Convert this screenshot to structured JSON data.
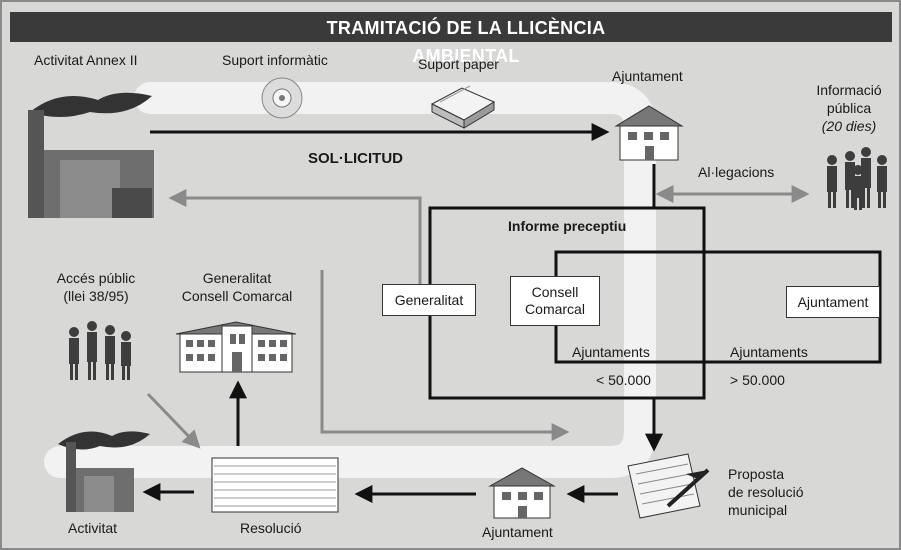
{
  "title": "TRAMITACIÓ DE LA LLICÈNCIA AMBIENTAL",
  "labels": {
    "activitat_annex": "Activitat Annex II",
    "suport_informatic": "Suport informàtic",
    "suport_paper": "Suport paper",
    "ajuntament_top": "Ajuntament",
    "informacio_publica_1": "Informació",
    "informacio_publica_2": "pública",
    "informacio_dies": "(20 dies)",
    "sol_licitud": "SOL·LICITUD",
    "al_legacions": "Al·legacions",
    "informe_preceptiu": "Informe preceptiu",
    "generalitat_box": "Generalitat",
    "consell_comarcal_1": "Consell",
    "consell_comarcal_2": "Comarcal",
    "ajuntament_box": "Ajuntament",
    "ajuntaments_left": "Ajuntaments",
    "lt_50000": "< 50.000",
    "ajuntaments_right": "Ajuntaments",
    "gt_50000": "> 50.000",
    "acces_public_1": "Accés públic",
    "acces_public_2": "(llei 38/95)",
    "generalitat_top": "Generalitat",
    "consell_comarcal_top": "Consell Comarcal",
    "proposta_1": "Proposta",
    "proposta_2": "de resolució",
    "proposta_3": "municipal",
    "activitat": "Activitat",
    "resolucio": "Resolució",
    "ajuntament_bottom": "Ajuntament"
  },
  "icons": [
    "factory-icon",
    "cd-icon",
    "paper-stack-icon",
    "townhall-icon",
    "people-icon",
    "generalitat-building-icon",
    "document-icon",
    "proposal-document-icon"
  ]
}
